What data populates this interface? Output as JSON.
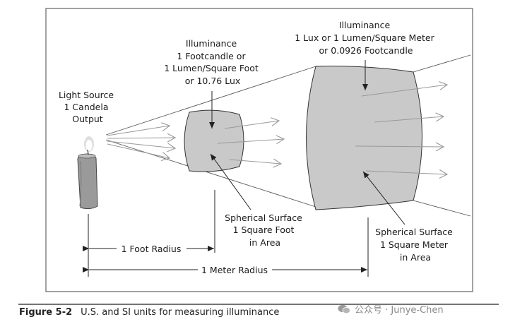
{
  "diagram": {
    "light_source": [
      "Light Source",
      "1 Candela",
      "Output"
    ],
    "illuminance_foot": [
      "Illuminance",
      "1 Footcandle or",
      "1 Lumen/Square Foot",
      "or 10.76 Lux"
    ],
    "illuminance_meter": [
      "Illuminance",
      "1 Lux or 1 Lumen/Square Meter",
      "or 0.0926 Footcandle"
    ],
    "surface_foot": [
      "Spherical Surface",
      "1 Square Foot",
      "in Area"
    ],
    "surface_meter": [
      "Spherical Surface",
      "1 Square Meter",
      "in Area"
    ],
    "foot_radius": "1 Foot Radius",
    "meter_radius": "1 Meter Radius"
  },
  "caption": {
    "figure_number": "Figure 5-2",
    "text": "U.S. and SI units for measuring illuminance"
  },
  "watermark": "公众号 · Junye-Chen",
  "colors": {
    "surface_fill": "#c9c9c9",
    "ray_arrow": "#aaaaaa",
    "line": "#333333",
    "frame": "#444444"
  }
}
